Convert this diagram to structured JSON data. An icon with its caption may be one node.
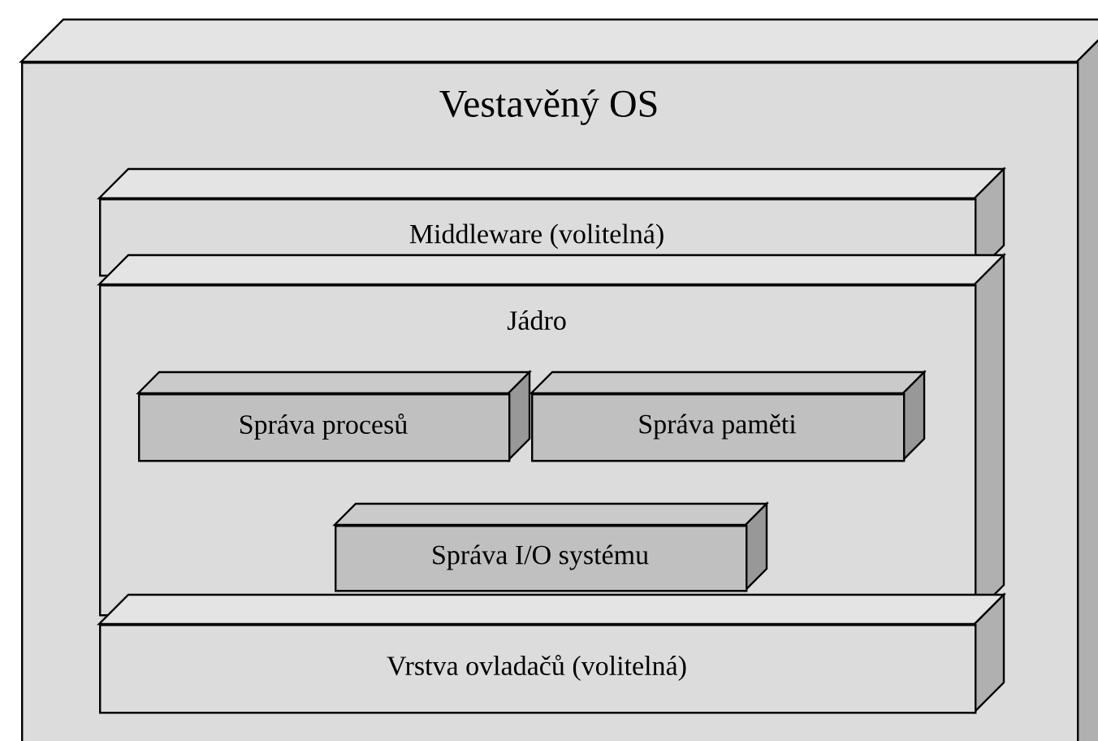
{
  "diagram": {
    "nodes": [
      {
        "text": [
          "Vestavěný OS"
        ]
      },
      {
        "text": [
          "Middleware (volitelná)"
        ],
        "in": 0
      },
      {
        "text": [
          "Jádro"
        ],
        "in": 0
      },
      {
        "text": [
          "Správa procesů"
        ],
        "in": 2
      },
      {
        "text": [
          "Správa paměti"
        ],
        "in": 2
      },
      {
        "text": [
          "Správa I/O systému"
        ],
        "in": 2
      },
      {
        "text": [
          "Vrstva ovladačů (volitelná)"
        ],
        "in": 0
      }
    ]
  }
}
